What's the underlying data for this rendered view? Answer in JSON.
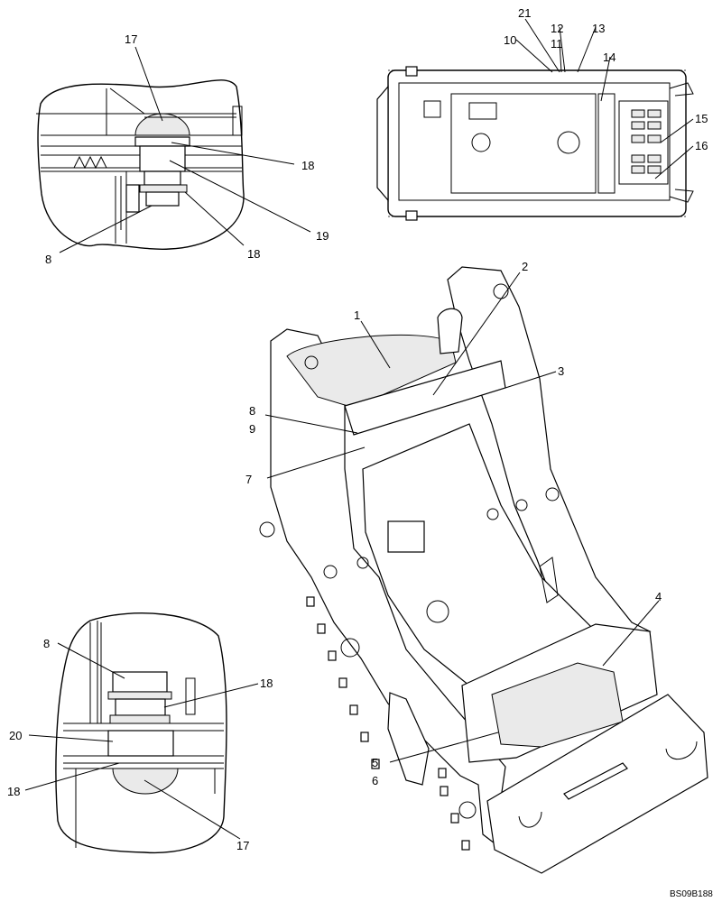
{
  "callouts": {
    "c1": "1",
    "c2": "2",
    "c3": "3",
    "c4": "4",
    "c5": "5",
    "c6": "6",
    "c7": "7",
    "c8": "8",
    "c9": "9",
    "c10": "10",
    "c11": "11",
    "c12": "12",
    "c13": "13",
    "c14": "14",
    "c15": "15",
    "c16": "16",
    "c21": "21",
    "d17": "17",
    "d18a": "18",
    "d18b": "18",
    "d19": "19",
    "d8": "8",
    "e8": "8",
    "e18a": "18",
    "e20": "20",
    "e18b": "18",
    "e17": "17"
  },
  "drawing_code": "BS09B188"
}
